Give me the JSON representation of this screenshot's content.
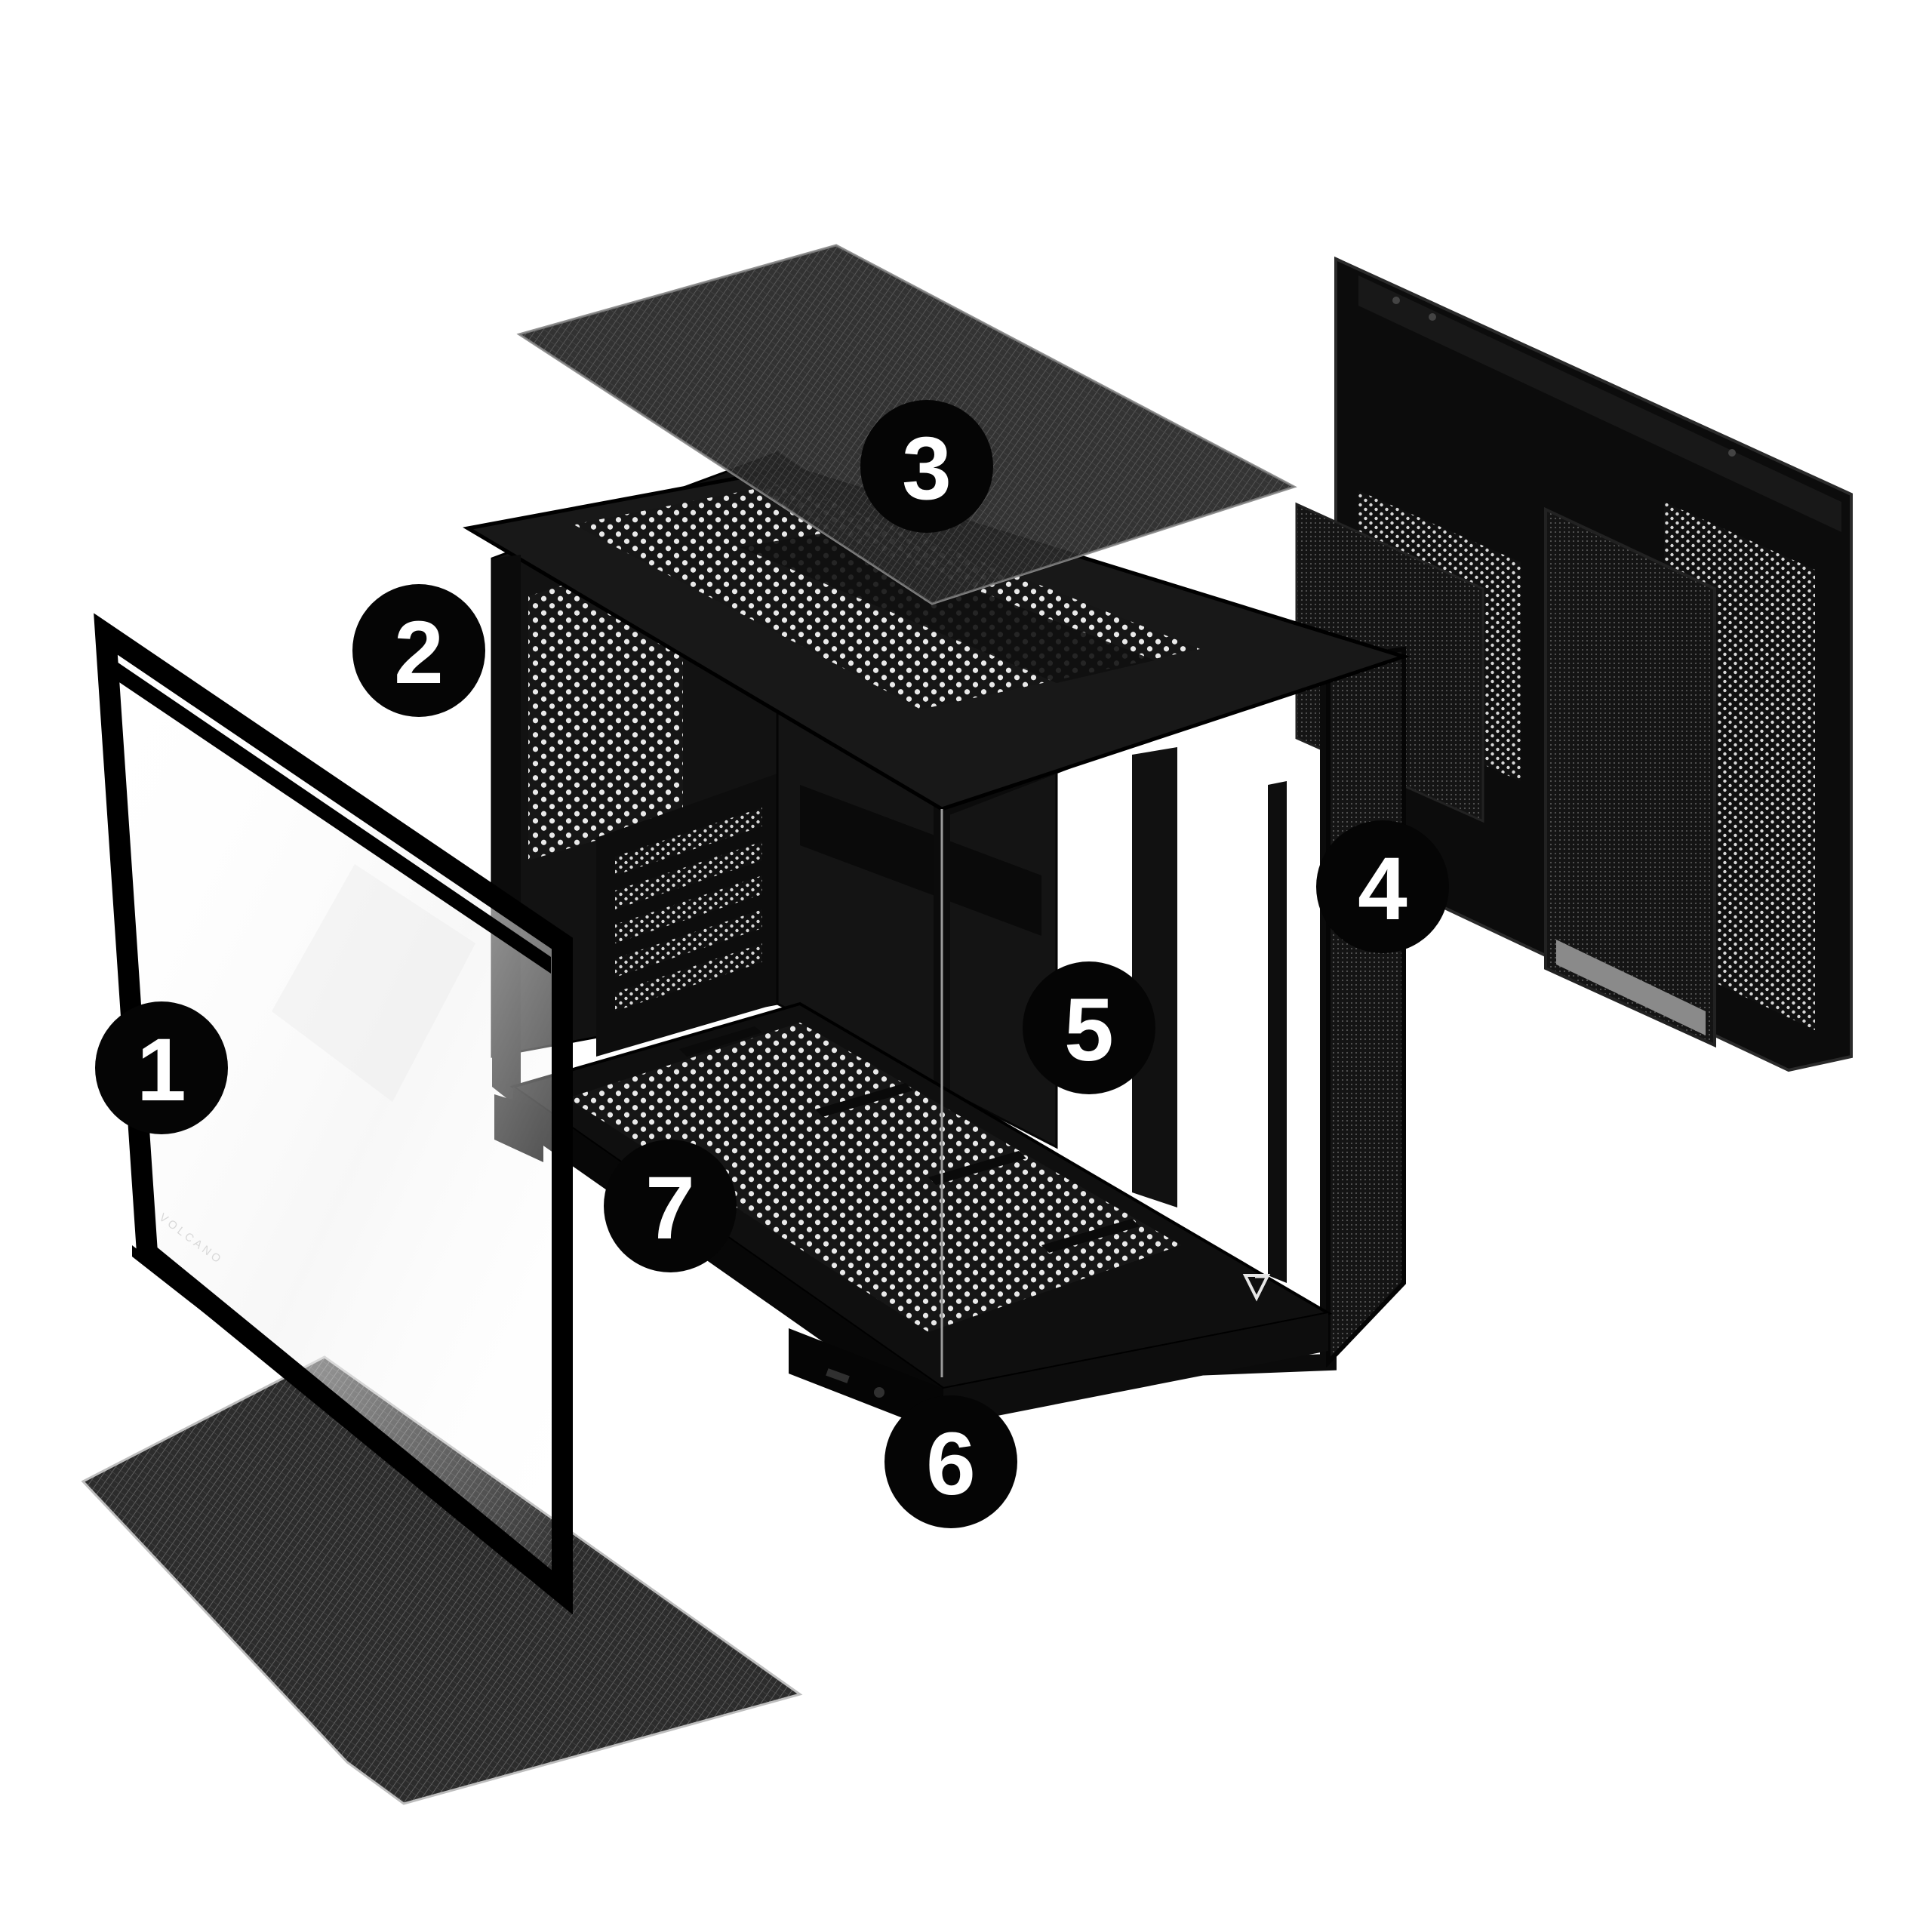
{
  "colors": {
    "background": "#ffffff",
    "chassis": "#151515",
    "chassis_dark": "#080808",
    "mesh": "#3a3a3a",
    "glass_edge": "#000000",
    "callout_fill": "#050505",
    "callout_text": "#ffffff"
  },
  "callouts": [
    {
      "number": "1"
    },
    {
      "number": "2"
    },
    {
      "number": "3"
    },
    {
      "number": "4"
    },
    {
      "number": "5"
    },
    {
      "number": "6"
    },
    {
      "number": "7"
    }
  ],
  "parts": {
    "glass_panel": {
      "brand_text": "VOLCANO"
    },
    "case_logo": {
      "icon": "volcano-v-logo-icon"
    }
  }
}
